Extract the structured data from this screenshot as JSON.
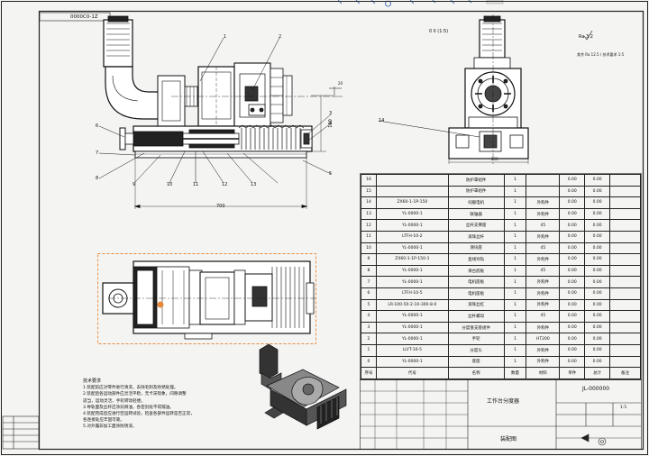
{
  "drawing": {
    "top_label": "0000C0-1Z",
    "view_label": "0 II (1:5)",
    "dim_width_main": "700",
    "dim_height_side": "160",
    "dim_width_side": "250",
    "dim_small": "20",
    "roughness_top": "Ra 3.2",
    "roughness_note": "其余 Ra 12.5 / 技术要求 1:5"
  },
  "balloons": {
    "top": [
      "1",
      "2"
    ],
    "right": [
      "3",
      "4",
      "5"
    ],
    "left": [
      "6",
      "7",
      "8"
    ],
    "bottom": [
      "9",
      "10",
      "11",
      "12",
      "13"
    ],
    "side": "14"
  },
  "bom": {
    "rows": [
      {
        "no": "16",
        "code": "",
        "name": "防护罩组件",
        "qty": "1",
        "mat": "",
        "w1": "0.00",
        "w2": "0.00"
      },
      {
        "no": "15",
        "code": "",
        "name": "防护罩组件",
        "qty": "1",
        "mat": "",
        "w1": "0.00",
        "w2": "0.00"
      },
      {
        "no": "14",
        "code": "ZX60-1-1P-150",
        "name": "伺服电机",
        "qty": "1",
        "mat": "外购件",
        "w1": "0.00",
        "w2": "0.00"
      },
      {
        "no": "13",
        "code": "YL-0000-1",
        "name": "联轴器",
        "qty": "1",
        "mat": "外购件",
        "w1": "0.00",
        "w2": "0.00"
      },
      {
        "no": "12",
        "code": "YL-0000-1",
        "name": "丝杆支撑座",
        "qty": "1",
        "mat": "45",
        "w1": "0.00",
        "w2": "0.00"
      },
      {
        "no": "11",
        "code": "LTFH-10-2",
        "name": "滚珠丝杆",
        "qty": "1",
        "mat": "外购件",
        "w1": "0.00",
        "w2": "0.00"
      },
      {
        "no": "10",
        "code": "YL-0000-1",
        "name": "滑块座",
        "qty": "1",
        "mat": "45",
        "w1": "0.00",
        "w2": "0.00"
      },
      {
        "no": "9",
        "code": "ZX60-1-1P-150-1",
        "name": "直线导轨",
        "qty": "1",
        "mat": "外购件",
        "w1": "0.00",
        "w2": "0.00"
      },
      {
        "no": "8",
        "code": "YL-0000-1",
        "name": "滑台底板",
        "qty": "1",
        "mat": "45",
        "w1": "0.00",
        "w2": "0.00"
      },
      {
        "no": "7",
        "code": "YL-0000-1",
        "name": "电机座板",
        "qty": "1",
        "mat": "外购件",
        "w1": "0.00",
        "w2": "0.00"
      },
      {
        "no": "6",
        "code": "LTFH-10-5",
        "name": "电机座板",
        "qty": "1",
        "mat": "外购件",
        "w1": "0.00",
        "w2": "0.00"
      },
      {
        "no": "5",
        "code": "LR-100-50-2-10-300-8-0",
        "name": "滚珠丝杠",
        "qty": "1",
        "mat": "外购件",
        "w1": "0.00",
        "w2": "0.00"
      },
      {
        "no": "4",
        "code": "YL-0000-1",
        "name": "丝杆螺母",
        "qty": "1",
        "mat": "45",
        "w1": "0.00",
        "w2": "0.00"
      },
      {
        "no": "3",
        "code": "YL-0000-1",
        "name": "分度盘支座组件",
        "qty": "1",
        "mat": "外购件",
        "w1": "0.00",
        "w2": "0.00"
      },
      {
        "no": "2",
        "code": "YL-0000-1",
        "name": "手轮",
        "qty": "1",
        "mat": "HT200",
        "w1": "0.00",
        "w2": "0.00"
      },
      {
        "no": "1",
        "code": "LLYT-10-5",
        "name": "分度头",
        "qty": "1",
        "mat": "外购件",
        "w1": "0.00",
        "w2": "0.00"
      },
      {
        "no": "0",
        "code": "YL-0000-1",
        "name": "底座",
        "qty": "1",
        "mat": "外购件",
        "w1": "0.00",
        "w2": "0.00"
      }
    ],
    "header": {
      "no": "序号",
      "code": "代号",
      "name": "名称",
      "qty": "数量",
      "mat": "材料",
      "w1": "单件",
      "w2": "总计",
      "note": "备注"
    }
  },
  "title_block": {
    "name": "工作台分度器",
    "drawing_no": "JL-000000",
    "sheet_type": "装配图",
    "scale": "1:5"
  },
  "notes": {
    "heading": "技术要求",
    "lines": [
      "1.装配前应对零件进行清洗，去除毛刺及防锈处理。",
      "2.装配后各运动部件应灵活平稳，无卡滞现象，间隙调整",
      "  适当，运动灵活，手轮转动轻便。",
      "3.导轨面及丝杆应涂润滑油，各密封处不得漏油。",
      "4.装配完成后应进行空运转试验，检查各部件运转是否正常，",
      "  各连接处应牢固可靠。",
      "5.对外露非加工面涂防锈漆。"
    ]
  },
  "left_box": {
    "label": ""
  }
}
